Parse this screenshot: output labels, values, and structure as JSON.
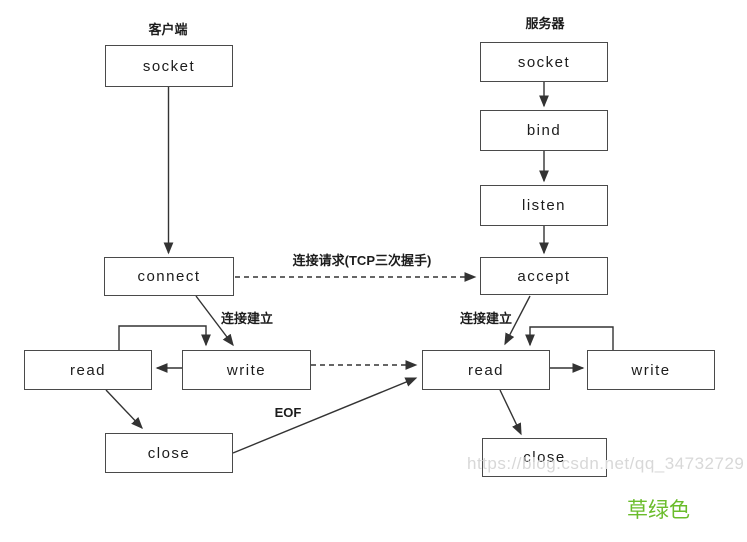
{
  "diagram": {
    "client": {
      "title": "客户端",
      "socket": "socket",
      "connect": "connect",
      "read": "read",
      "write": "write",
      "close": "close"
    },
    "server": {
      "title": "服务器",
      "socket": "socket",
      "bind": "bind",
      "listen": "listen",
      "accept": "accept",
      "read": "read",
      "write": "write",
      "close": "close"
    },
    "edge_labels": {
      "connect_request": "连接请求(TCP三次握手)",
      "established_client": "连接建立",
      "established_server": "连接建立",
      "eof": "EOF"
    },
    "watermark": "https://blog.csdn.net/qq_34732729",
    "caption": "草绿色",
    "colors": {
      "line": "#333333",
      "border": "#4a4a4a",
      "watermark_gray": "#d8d8d8",
      "caption_green": "#6abc2b"
    }
  }
}
